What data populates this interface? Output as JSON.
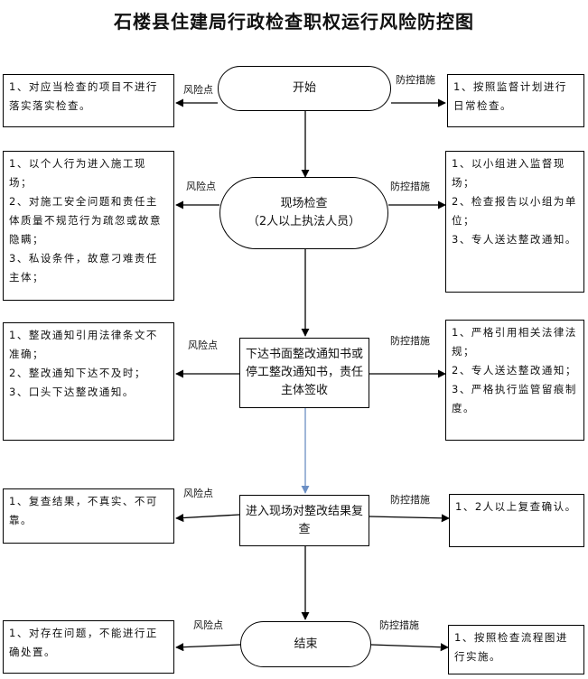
{
  "title": "石楼县住建局行政检查职权运行风险防控图",
  "labels": {
    "risk": "风险点",
    "control": "防控措施"
  },
  "steps": [
    {
      "text": "开始",
      "risks": "1、对应当检查的项目不进行落实落实检查。",
      "controls": "1、按照监督计划进行日常检查。"
    },
    {
      "text": "现场检查\n（2人以上执法人员）",
      "risks": "1、以个人行为进入施工现场；\n2、对施工安全问题和责任主体质量不规范行为疏忽或故意隐瞒；\n3、私设条件，故意刁难责任主体；",
      "controls": "1、以小组进入监督现场；\n2、检查报告以小组为单位；\n3、专人送达整改通知。"
    },
    {
      "text": "下达书面整改通知书或停工整改通知书，责任主体签收",
      "risks": "1、整改通知引用法律条文不准确；\n2、整改通知下达不及时；\n3、口头下达整改通知。",
      "controls": "1、严格引用相关法律法规；\n2、专人送达整改通知；\n3、严格执行监管留痕制度。"
    },
    {
      "text": "进入现场对整改结果复查",
      "risks": "1、复查结果，不真实、不可靠。",
      "controls": "1、2人以上复查确认。"
    },
    {
      "text": "结束",
      "risks": "1、对存在问题，不能进行正确处置。",
      "controls": "1、按照检查流程图进行实施。"
    }
  ]
}
